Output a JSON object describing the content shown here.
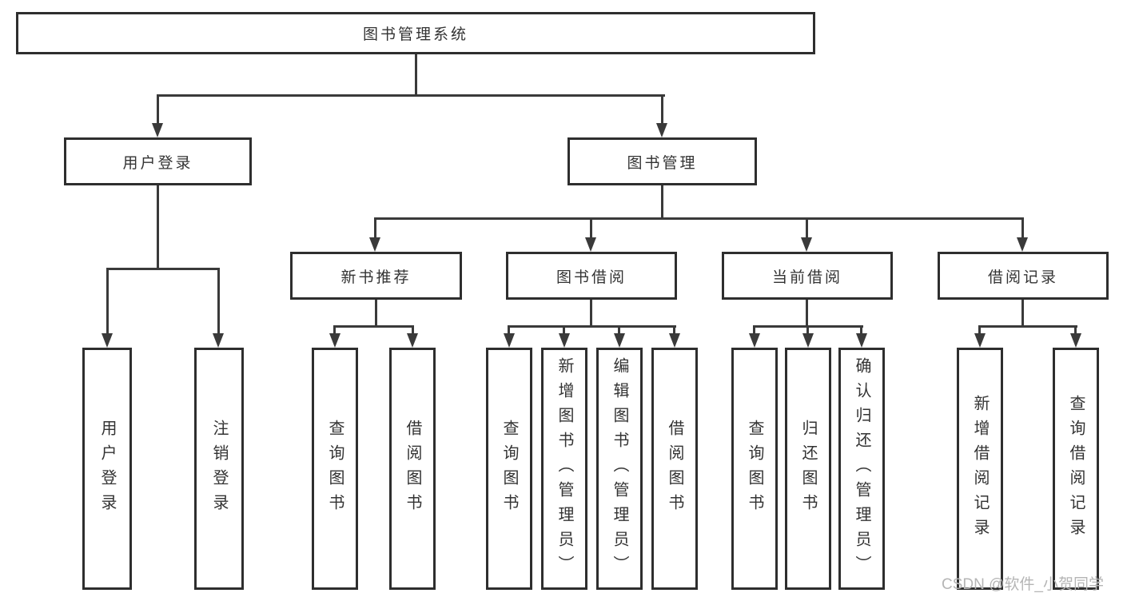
{
  "diagram": {
    "root": {
      "label": "图书管理系统"
    },
    "level2": [
      {
        "label": "用户登录"
      },
      {
        "label": "图书管理"
      }
    ],
    "level3": [
      {
        "label": "新书推荐",
        "parent": "图书管理"
      },
      {
        "label": "图书借阅",
        "parent": "图书管理"
      },
      {
        "label": "当前借阅",
        "parent": "图书管理"
      },
      {
        "label": "借阅记录",
        "parent": "图书管理"
      }
    ],
    "leaves": [
      {
        "label": "用户登录",
        "parent": "用户登录"
      },
      {
        "label": "注销登录",
        "parent": "用户登录"
      },
      {
        "label": "查询图书",
        "parent": "新书推荐"
      },
      {
        "label": "借阅图书",
        "parent": "新书推荐"
      },
      {
        "label": "查询图书",
        "parent": "图书借阅"
      },
      {
        "label": "新增图书（管理员）",
        "parent": "图书借阅"
      },
      {
        "label": "编辑图书（管理员）",
        "parent": "图书借阅"
      },
      {
        "label": "借阅图书",
        "parent": "图书借阅"
      },
      {
        "label": "查询图书",
        "parent": "当前借阅"
      },
      {
        "label": "归还图书",
        "parent": "当前借阅"
      },
      {
        "label": "确认归还（管理员）",
        "parent": "当前借阅"
      },
      {
        "label": "新增借阅记录",
        "parent": "借阅记录"
      },
      {
        "label": "查询借阅记录",
        "parent": "借阅记录"
      }
    ]
  },
  "watermark": "CSDN @软件_小贺同学",
  "colors": {
    "box_border": "#2e2e2e",
    "line": "#3a3a3a",
    "text": "#333333",
    "watermark": "#b5b5b5",
    "background": "#ffffff"
  }
}
